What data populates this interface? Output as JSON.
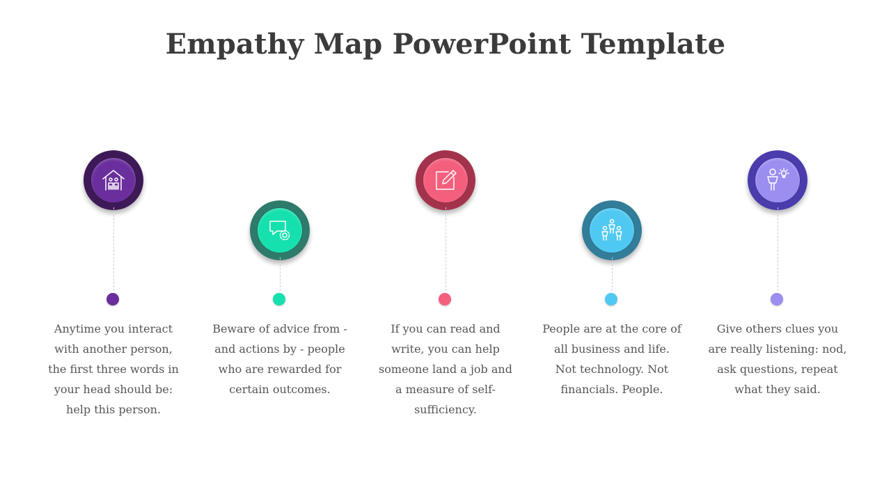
{
  "title": "Empathy Map PowerPoint Template",
  "items": [
    {
      "text": "Anytime you interact with another person, the first three words in your head should be: help this person.",
      "icon": "family-home-icon",
      "ring_color": "#3d1a57",
      "inner_color": "#6a2f9c",
      "dot_color": "#6a2f9c"
    },
    {
      "text": "Beware of advice from - and actions by - people who are rewarded for certain outcomes.",
      "icon": "chat-gear-icon",
      "ring_color": "#2e7b6c",
      "inner_color": "#15e0ae",
      "dot_color": "#15e0ae"
    },
    {
      "text": "If you can read and write, you can help someone land a job and a measure of self-sufficiency.",
      "icon": "edit-note-icon",
      "ring_color": "#a3334c",
      "inner_color": "#f45f7e",
      "dot_color": "#f45f7e"
    },
    {
      "text": "People are at the core of all business and life. Not technology. Not financials. People.",
      "icon": "team-people-icon",
      "ring_color": "#327d9a",
      "inner_color": "#4fc9f2",
      "dot_color": "#4fc9f2"
    },
    {
      "text": "Give others clues you are really listening: nod, ask questions, repeat what they said.",
      "icon": "person-idea-icon",
      "ring_color": "#4a3cad",
      "inner_color": "#9b8ef0",
      "dot_color": "#9b8ef0"
    }
  ]
}
